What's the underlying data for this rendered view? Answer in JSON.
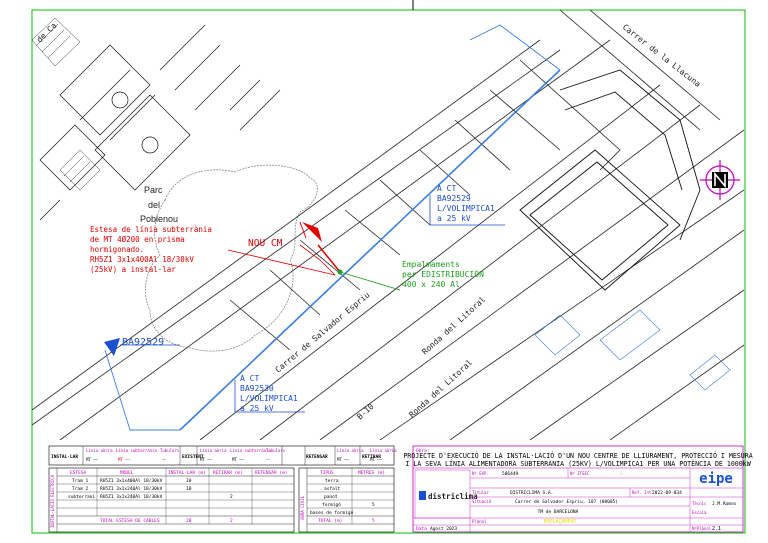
{
  "map": {
    "streets": {
      "top_left": "de Ca",
      "llacuna": "Carrer de la Llacuna",
      "salvador": "Carrer de Salvador Espriu",
      "ronda1": "Ronda del Litoral",
      "ronda2": "Ronda del Litoral",
      "b10": "B-10"
    },
    "park": [
      "Parc",
      "del",
      "Poblenou"
    ],
    "annotations": {
      "red_note": [
        "Estesa de línia subterrània",
        "de MT 4Ø200 en prisma",
        "hormigonado.",
        "RH5Z1 3x1x400Al 18/30kV",
        "(25kV) a instal·lar"
      ],
      "nou_cm": "NOU CM",
      "ct_top": [
        "A CT",
        "BA92529",
        "L/VOLIMPICA1",
        "a 25 kV"
      ],
      "empalme": [
        "Empalmaments",
        "per EDISTRIBUCIÓN",
        "400 x 240 Al"
      ],
      "ba_label": "BA92529",
      "ct_bottom": [
        "A CT",
        "BA92530",
        "L/VOLIMPICA1",
        "a 25 kV"
      ]
    }
  },
  "legend": {
    "row_labels": [
      "INSTAL·LAR",
      "EXISTENT",
      "RETENSAR",
      "RETIRAR"
    ],
    "items": [
      "Línia aèria",
      "Línia subterrània",
      "Tubulars",
      "Línia aèria",
      "Línia subterrània",
      "Tubulars",
      "Línia aèria",
      "Línia aèria"
    ],
    "values": [
      "MT ——",
      "MT ——",
      "——",
      "MT ——",
      "MT ——",
      "——",
      "MT ——",
      "MT ——"
    ]
  },
  "cable_table": {
    "side": "INSTAL·LACIÓ ELÈCTRICA",
    "headers": [
      "ESTESA",
      "MODEL",
      "INSTAL·LAR (m)",
      "RETIRAR (m)",
      "RETENSAR (m)"
    ],
    "rows": [
      [
        "Tram 1",
        "RH5Z1 3x1x400Al 18/30kV",
        "10",
        "",
        ""
      ],
      [
        "Tram 2",
        "RH5Z1 3x1x240Al 18/30kV",
        "10",
        "",
        ""
      ],
      [
        "subterrani",
        "RH5Z1 3x1x240Al 18/30kV",
        "",
        "2",
        ""
      ],
      [
        "",
        "",
        "",
        "",
        ""
      ]
    ],
    "total_label": "TOTAL ESTESA DE CABLES",
    "total_values": [
      "20",
      "2",
      ""
    ]
  },
  "rasa_table": {
    "side": "OBRA CIVIL",
    "headers": [
      "TIPUS",
      "METRES (m)"
    ],
    "rows": [
      [
        "terra",
        ""
      ],
      [
        "asfalt",
        ""
      ],
      [
        "panot",
        ""
      ],
      [
        "formigó",
        "5"
      ],
      [
        "bases de formigó",
        ""
      ]
    ],
    "total_label": "TOTAL (m)",
    "total_value": "5"
  },
  "title_block": {
    "obra_label": "Obra:",
    "project": [
      "PROJECTE D'EXECUCIÓ DE LA INSTAL·LACIÓ D'UN NOU CENTRE DE LLIURAMENT, PROTECCIÓ I MESURA",
      "I LA SEVA LÍNIA ALIMENTADORA SUBTERRÀNIA (25KV) L/VOLIMPICA1 PER UNA POTÈNCIA DE 1000kW"
    ],
    "brand": "districlima",
    "logo": "eipe",
    "fields": {
      "exp_label": "Nº EXP.",
      "exp_value": "506449",
      "itsec_label": "Nº ITSEC",
      "itsec_value": "-",
      "titular_label": "Titular",
      "titular_value": "DISTRICLIMA S.A.",
      "ref_label": "Ref. Int",
      "ref_value": "2022-09-034",
      "situacio_label": "Situació",
      "situacio_value": "Carrer de Salvador Espriu, 107 (08005)",
      "municipi_value": "TM de BARCELONA",
      "plano_label": "Plànol",
      "plano_value": "EMPLAÇAMENT",
      "tecnic_label": "Tècnic",
      "tecnic_value": "J.M.Ramos",
      "escala_label": "Escala",
      "escala_value": "",
      "data_label": "Data",
      "data_value": "Agost 2023",
      "num_label": "NºPlànol",
      "num_value": "2.1"
    }
  },
  "colors": {
    "frame": "#00c000",
    "route": "#3a7de0",
    "note_red": "#e00000",
    "splice_green": "#1e9e1e",
    "ct_blue": "#1a4fd0",
    "title_magenta": "#c000c0"
  }
}
